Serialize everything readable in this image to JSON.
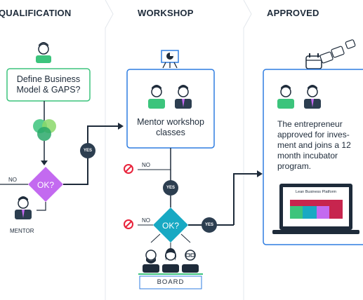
{
  "columns": {
    "qualification": "QUALIFICATION",
    "workshop": "WORKSHOP",
    "approved": "APPROVED"
  },
  "qualification": {
    "box_line1": "Define Business",
    "box_line2": "Model & GAPS?",
    "decision": "OK?",
    "no_label": "NO",
    "yes_label": "YES",
    "mentor_label": "MENTOR"
  },
  "workshop": {
    "box_line1": "Mentor workshop",
    "box_line2": "classes",
    "no_label_1": "NO",
    "yes_label_1": "YES",
    "decision": "OK?",
    "no_label_2": "NO",
    "yes_label_2": "YES",
    "board_label": "BOARD"
  },
  "approved": {
    "text_lines": [
      "The entrepreneur",
      "approved for inves-",
      "ment and joins a 12",
      "month incubator",
      "program."
    ],
    "laptop_title": "Lean Business Platform"
  },
  "colors": {
    "green_border": "#3cc47c",
    "blue_border": "#2f7de1",
    "purple": "#c36af0",
    "teal": "#18a9c3",
    "navy": "#2c3e50",
    "red": "#e8233b"
  },
  "icons": [
    "person-icon",
    "venn-icon",
    "presentation-icon",
    "calendar-icon",
    "laptop-icon",
    "no-entry-icon"
  ]
}
